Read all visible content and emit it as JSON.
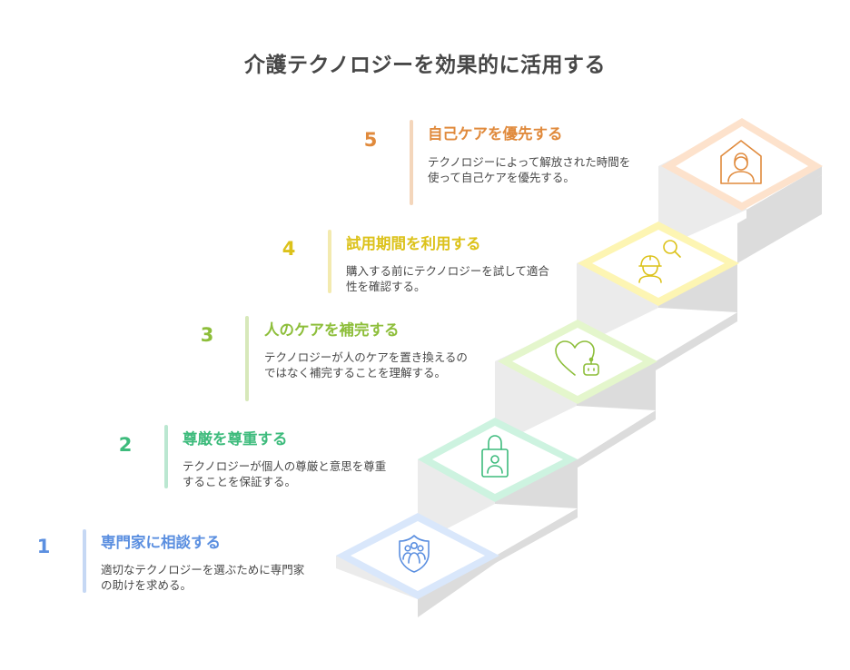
{
  "title": "介護テクノロジーを効果的に活用する",
  "steps": [
    {
      "number": "1",
      "heading": "専門家に相談する",
      "description": "適切なテクノロジーを選ぶために専門家の助けを求める。",
      "color": "#5b8fe0",
      "icon": "people-shield-icon"
    },
    {
      "number": "2",
      "heading": "尊厳を尊重する",
      "description": "テクノロジーが個人の尊厳と意思を尊重することを保証する。",
      "color": "#3dbb7c",
      "icon": "lock-person-icon"
    },
    {
      "number": "3",
      "heading": "人のケアを補完する",
      "description": "テクノロジーが人のケアを置き換えるのではなく補完することを理解する。",
      "color": "#8dbe3a",
      "icon": "heart-robot-icon"
    },
    {
      "number": "4",
      "heading": "試用期間を利用する",
      "description": "購入する前にテクノロジーを試して適合性を確認する。",
      "color": "#dcc21a",
      "icon": "worker-search-icon"
    },
    {
      "number": "5",
      "heading": "自己ケアを優先する",
      "description": "テクノロジーによって解放された時間を使って自己ケアを優先する。",
      "color": "#e08a3c",
      "icon": "home-person-icon"
    }
  ]
}
